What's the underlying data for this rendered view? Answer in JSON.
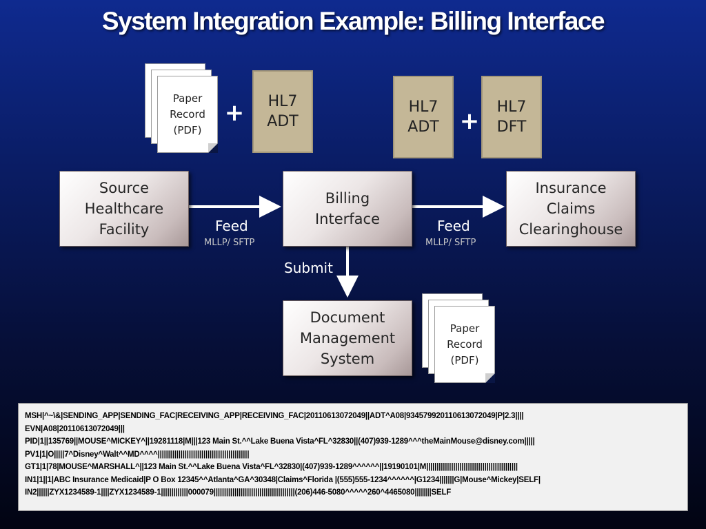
{
  "title": "System Integration Example: Billing Interface",
  "nodes": {
    "source": "Source\nHealthcare\nFacility",
    "billing": "Billing\nInterface",
    "insurance": "Insurance\nClaims\nClearinghouse",
    "docmgmt": "Document\nManagement\nSystem"
  },
  "messages": {
    "top_left_hl7": "HL7\nADT",
    "top_right_hl7_a": "HL7\nADT",
    "top_right_hl7_b": "HL7\nDFT",
    "plus": "+"
  },
  "documents": {
    "top": "Paper\nRecord\n(PDF)",
    "bottom": "Paper\nRecord\n(PDF)"
  },
  "edges": {
    "feed_left": "Feed",
    "feed_left_protocol": "MLLP/ SFTP",
    "feed_right": "Feed",
    "feed_right_protocol": "MLLP/ SFTP",
    "submit": "Submit"
  },
  "hl7_message": [
    "MSH|^~\\&|SENDING_APP|SENDING_FAC|RECEIVING_APP|RECEIVING_FAC|20110613072049||ADT^A08|934579920110613072049|P|2.3||||",
    "EVN|A08|20110613072049|||",
    "PID|1||135769||MOUSE^MICKEY^||19281118|M|||123 Main St.^^Lake Buena Vista^FL^32830||(407)939-1289^^^theMainMouse@disney.com|||||",
    "PV1|1|O|||||7^Disney^Walt^^MD^^^^||||||||||||||||||||||||||||||||||||||||||||",
    "GT1|1|78|MOUSE^MARSHALL^||123 Main St.^^Lake Buena Vista^FL^32830|(407)939-1289^^^^^^||19190101|M||||||||||||||||||||||||||||||||||||||||||||",
    "IN1|1||1|ABC Insurance Medicaid|P O Box 12345^^Atlanta^GA^30348|Claims^Florida |(555)555-1234^^^^^^|G1234|||||||G|Mouse^Mickey|SELF|",
    "IN2||||||ZYX1234589-1||||ZYX1234589-1|||||||||||||000079|||||||||||||||||||||||||||||||||||||||(206)446-5080^^^^^260^4465080||||||||SELF"
  ]
}
